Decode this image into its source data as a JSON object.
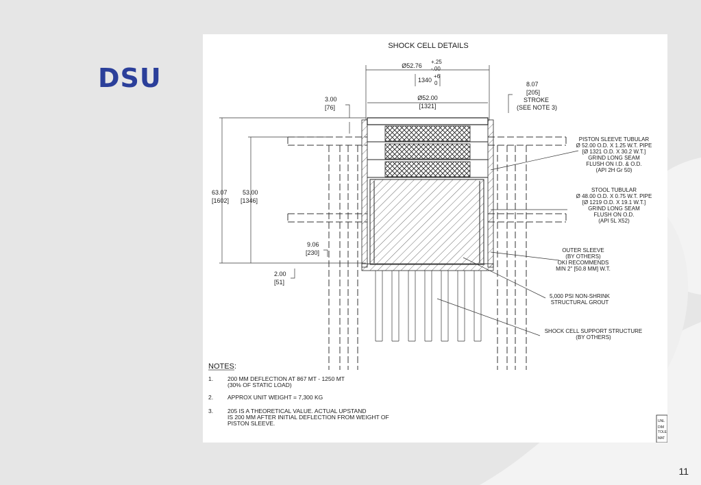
{
  "slide": {
    "title": "DSU",
    "page_number": "11"
  },
  "drawing": {
    "title": "SHOCK CELL DETAILS",
    "dim_outer_dia": "Ø52.76",
    "dim_outer_tol_plus": "+.25",
    "dim_outer_tol_minus": "-.00",
    "dim_outer_mm": "1340",
    "dim_outer_mm_tol_plus": "+6",
    "dim_outer_mm_tol_minus": "0",
    "dim_inner_dia": "Ø52.00",
    "dim_inner_mm": "[1321]",
    "dim_top_in": "3.00",
    "dim_top_mm": "[76]",
    "stroke_in": "8.07",
    "stroke_mm": "[205]",
    "stroke_label": "STROKE",
    "stroke_note": "(SEE NOTE 3)",
    "height_total_in": "63.07",
    "height_total_mm": "[1602]",
    "height_inner_in": "53.00",
    "height_inner_mm": "[1346]",
    "dim_906_in": "9.06",
    "dim_906_mm": "[230]",
    "dim_200_in": "2.00",
    "dim_200_mm": "[51]",
    "callouts": [
      [
        "PISTON SLEEVE TUBULAR",
        "Ø 52.00 O.D. X 1.25 W.T. PIPE",
        "[Ø 1321 O.D. X 30.2 W.T.]",
        "GRIND LONG SEAM",
        "FLUSH ON I.D. & O.D.",
        "(API 2H Gr 50)"
      ],
      [
        "STOOL TUBULAR",
        "Ø 48.00 O.D. X 0.75 W.T. PIPE",
        "[Ø 1219 O.D. X 19.1 W.T.]",
        "GRIND LONG SEAM",
        "FLUSH ON O.D.",
        "(API 5L X52)"
      ],
      [
        "OUTER SLEEVE",
        "(BY OTHERS)",
        "OKI RECOMMENDS",
        "MIN 2\" [50.8 MM] W.T."
      ],
      [
        "5,000 PSI NON-SHRINK",
        "STRUCTURAL GROUT"
      ],
      [
        "SHOCK CELL SUPPORT STRUCTURE",
        "(BY OTHERS)"
      ]
    ],
    "notes_heading": "NOTES:",
    "notes": [
      {
        "num": "1.",
        "lines": [
          "200 MM DEFLECTION AT 867 MT - 1250 MT",
          "(30% OF STATIC LOAD)"
        ]
      },
      {
        "num": "2.",
        "lines": [
          "APPROX UNIT WEIGHT = 7,300 KG"
        ]
      },
      {
        "num": "3.",
        "lines": [
          "205 IS A THEORETICAL VALUE.  ACTUAL UPSTAND",
          "IS 200 MM AFTER INITIAL DEFLECTION FROM WEIGHT OF",
          "PISTON SLEEVE."
        ]
      }
    ],
    "corner_block": [
      "UNL",
      "DIM",
      "TOLE",
      "MAT"
    ]
  },
  "colors": {
    "title_blue": "#2b3f9a",
    "background": "#e6e6e6",
    "swirl": "#f4f4f4"
  }
}
